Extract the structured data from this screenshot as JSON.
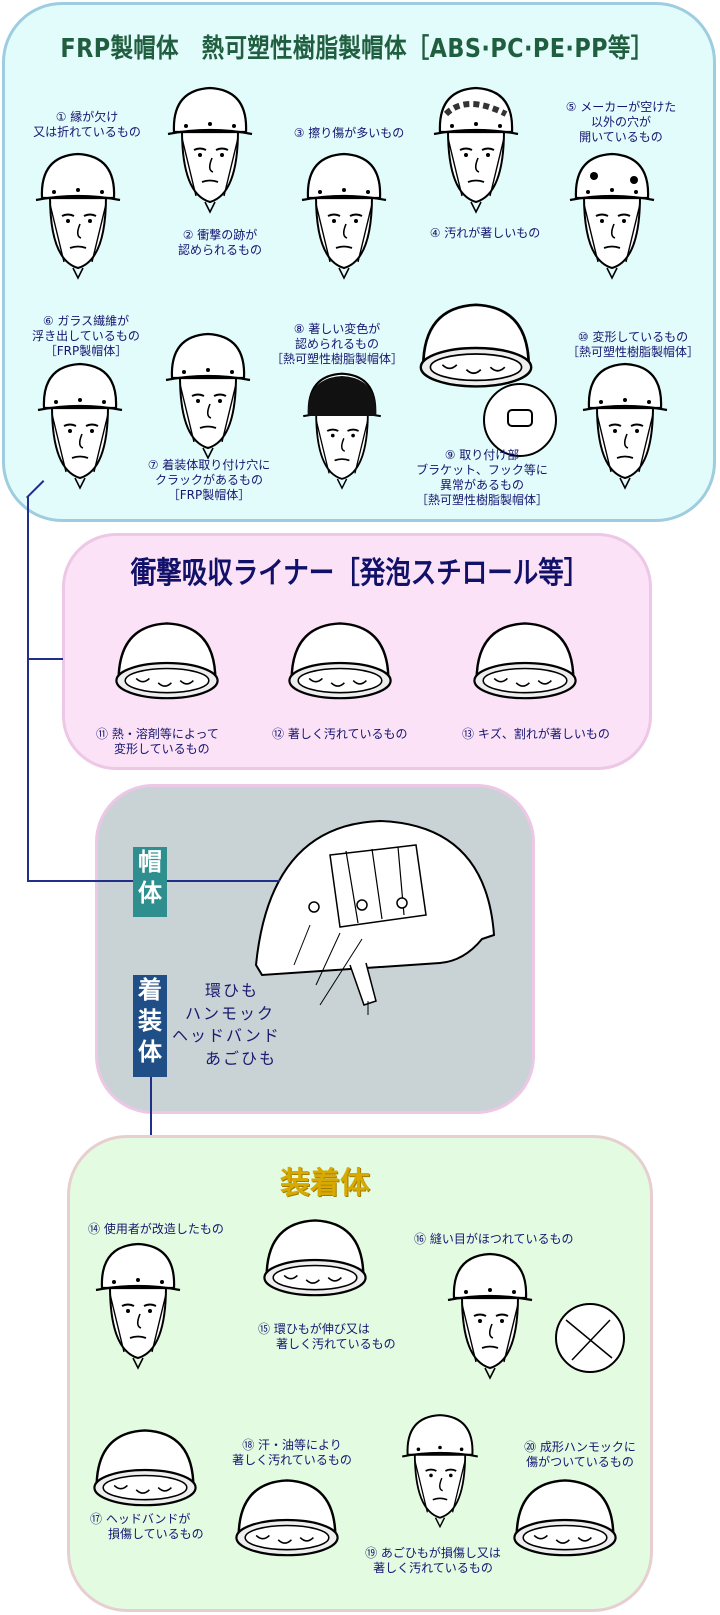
{
  "shell": {
    "title": "FRP製帽体　熱可塑性樹脂製帽体［ABS·PC·PE·PP等］",
    "items": [
      {
        "id": "01",
        "lines": [
          "① 縁が欠け",
          "又は折れているもの"
        ]
      },
      {
        "id": "02",
        "lines": [
          "② 衝撃の跡が",
          "認められるもの"
        ]
      },
      {
        "id": "03",
        "lines": [
          "③ 擦り傷が多いもの"
        ]
      },
      {
        "id": "04",
        "lines": [
          "④ 汚れが著しいもの"
        ]
      },
      {
        "id": "05",
        "lines": [
          "⑤ メーカーが空けた",
          "以外の穴が",
          "開いているもの"
        ]
      },
      {
        "id": "06",
        "lines": [
          "⑥ ガラス繊維が",
          "浮き出しているもの",
          "［FRP製帽体］"
        ]
      },
      {
        "id": "07",
        "lines": [
          "⑦ 着装体取り付け穴に",
          "クラックがあるもの",
          "［FRP製帽体］"
        ]
      },
      {
        "id": "08",
        "lines": [
          "⑧ 著しい変色が",
          "認められるもの",
          "［熱可塑性樹脂製帽体］"
        ]
      },
      {
        "id": "09",
        "lines": [
          "⑨ 取り付け部",
          "ブラケット、フック等に",
          "異常があるもの",
          "［熱可塑性樹脂製帽体］"
        ]
      },
      {
        "id": "10",
        "lines": [
          "⑩ 変形しているもの",
          "［熱可塑性樹脂製帽体］"
        ]
      }
    ]
  },
  "liner": {
    "title": "衝撃吸収ライナー［発泡スチロール等］",
    "items": [
      {
        "id": "11",
        "lines": [
          "⑪ 熱・溶剤等によって",
          "変形しているもの"
        ]
      },
      {
        "id": "12",
        "lines": [
          "⑫ 著しく汚れているもの"
        ]
      },
      {
        "id": "13",
        "lines": [
          "⑬ キズ、割れが著しいもの"
        ]
      }
    ]
  },
  "diagram": {
    "hat_label": "帽体",
    "wear_label": "着装体",
    "parts": [
      "環ひも",
      "ハンモック",
      "ヘッドバンド",
      "あごひも"
    ]
  },
  "harness": {
    "title": "装着体",
    "items": [
      {
        "id": "14",
        "lines": [
          "⑭ 使用者が改造したもの"
        ]
      },
      {
        "id": "15",
        "lines": [
          "⑮ 環ひもが伸び又は",
          "著しく汚れているもの"
        ]
      },
      {
        "id": "16",
        "lines": [
          "⑯ 縫い目がほつれているもの"
        ]
      },
      {
        "id": "17",
        "lines": [
          "⑰ ヘッドバンドが",
          "損傷しているもの"
        ]
      },
      {
        "id": "18",
        "lines": [
          "⑱ 汗・油等により",
          "著しく汚れているもの"
        ]
      },
      {
        "id": "19",
        "lines": [
          "⑲ あごひもが損傷し又は",
          "著しく汚れているもの"
        ]
      },
      {
        "id": "20",
        "lines": [
          "⑳ 成形ハンモックに",
          "傷がついているもの"
        ]
      }
    ]
  },
  "colors": {
    "shell_bg": "#e2fbfb",
    "liner_bg": "#fbe2f6",
    "diagram_bg": "#c9d3d6",
    "harness_bg": "#e3fbe0",
    "label_text": "#151570",
    "hat_tag": "#2f8f8f",
    "wear_tag": "#1f4f86"
  }
}
